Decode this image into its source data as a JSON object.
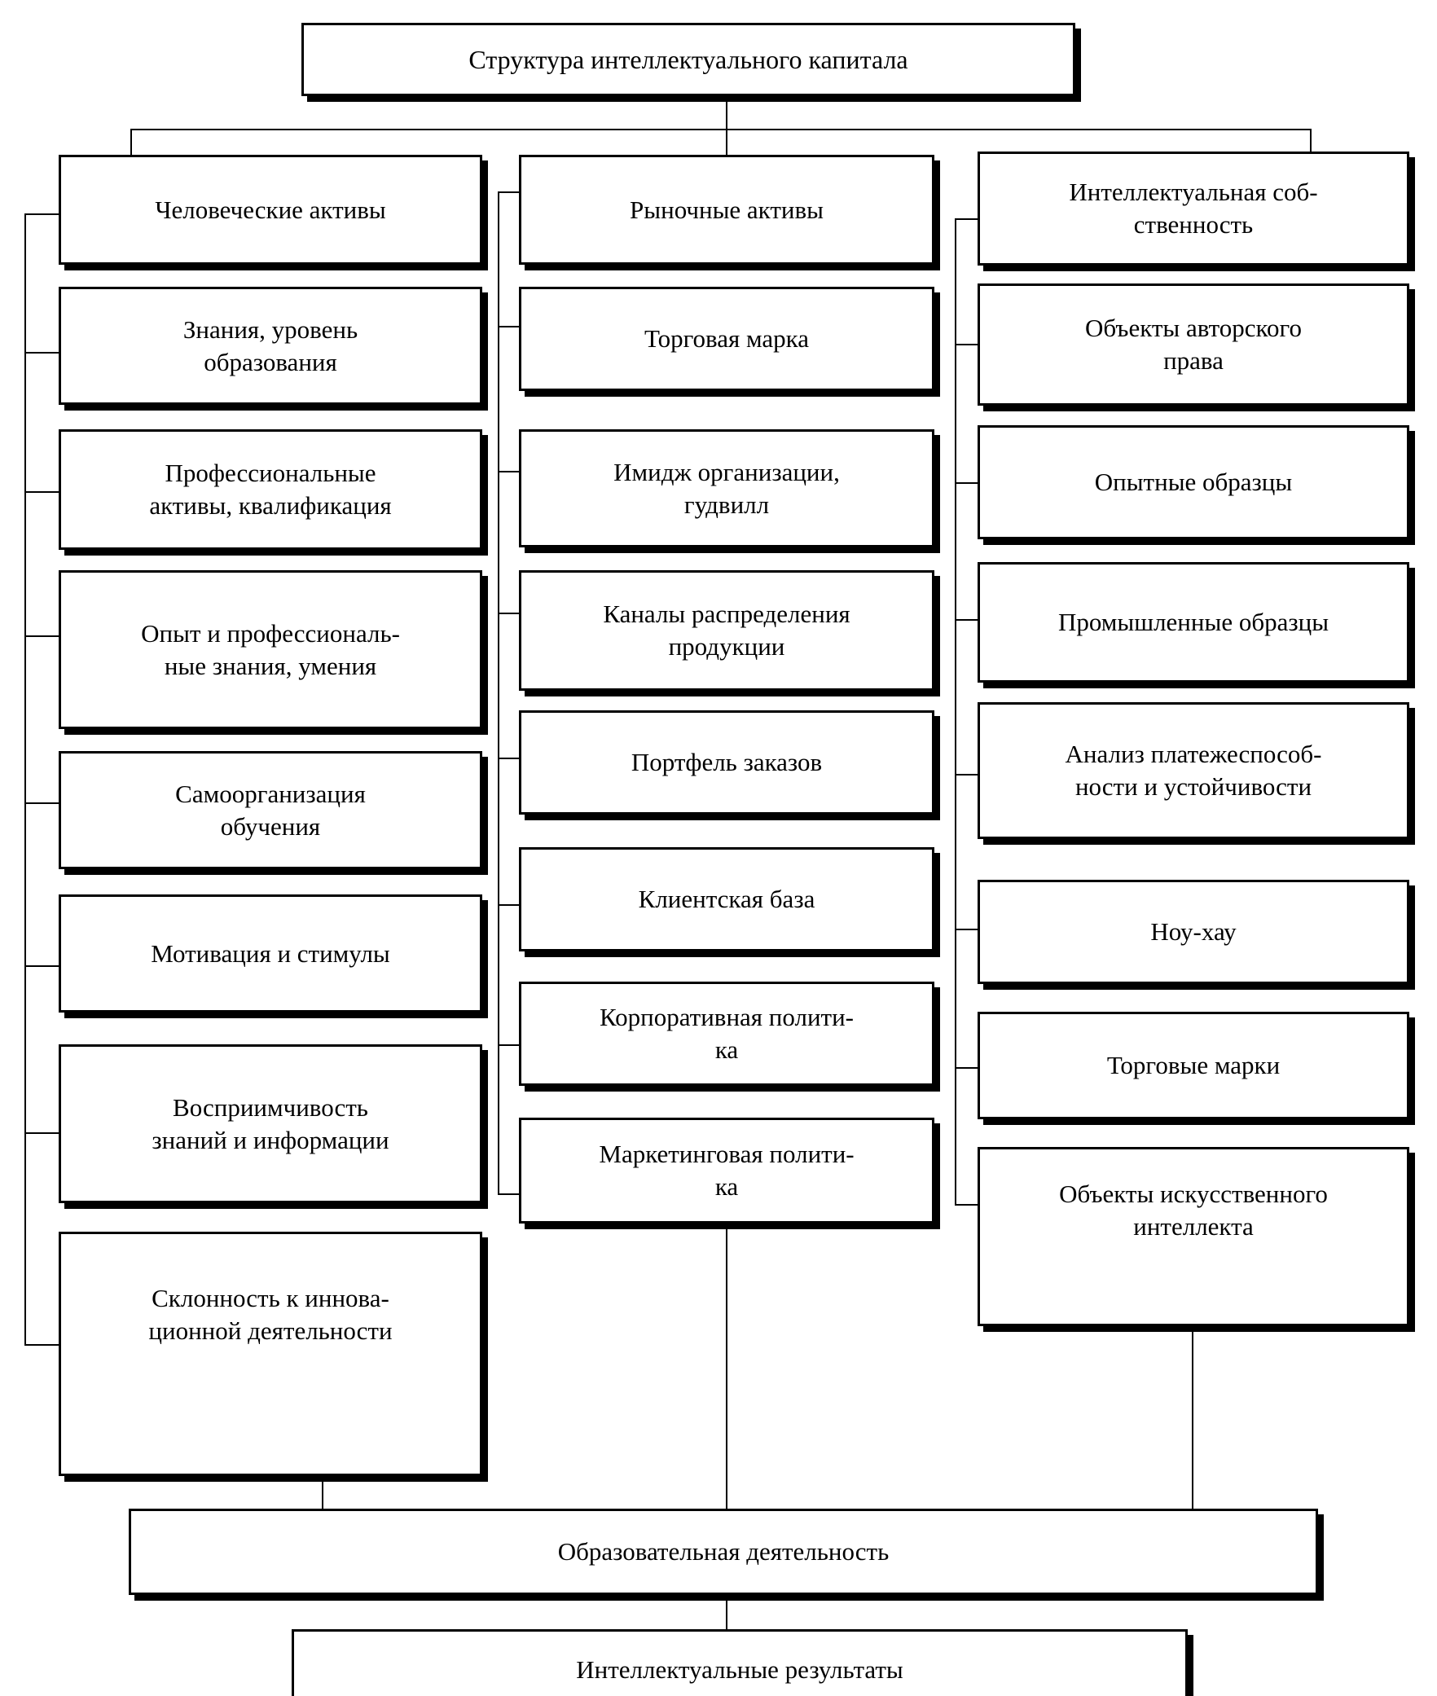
{
  "diagram": {
    "title": "Структура интеллектуального капитала",
    "language": "ru",
    "type": "hierarchical-block-diagram",
    "root": {
      "label": "Структура интеллектуального капитала"
    },
    "branches": [
      {
        "id": "human-assets",
        "header": "Человеческие активы",
        "items": [
          "Знания, уровень\nобразования",
          "Профессиональные\nактивы, квалификация",
          "Опыт и профессиональ-\nные знания, умения",
          "Самоорганизация\nобучения",
          "Мотивация и стимулы",
          "Восприимчивость\nзнаний и информации",
          "Склонность к иннова-\nционной деятельности"
        ]
      },
      {
        "id": "market-assets",
        "header": "Рыночные активы",
        "items": [
          "Торговая марка",
          "Имидж организации,\nгудвилл",
          "Каналы распределения\nпродукции",
          "Портфель заказов",
          "Клиентская база",
          "Корпоративная полити-\nка",
          "Маркетинговая полити-\nка"
        ]
      },
      {
        "id": "intellectual-property",
        "header": "Интеллектуальная соб-\nственность",
        "items": [
          "Объекты авторского\nправа",
          "Опытные образцы",
          "Промышленные образцы",
          "Анализ платежеспособ-\nности и устойчивости",
          "Ноу-хау",
          "Торговые марки",
          "Объекты искусственного\nинтеллекта"
        ]
      }
    ],
    "footer": [
      "Образовательная деятельность",
      "Интеллектуальные результаты"
    ],
    "colors": {
      "stroke": "#000000",
      "fill": "#ffffff",
      "text": "#000000"
    }
  }
}
